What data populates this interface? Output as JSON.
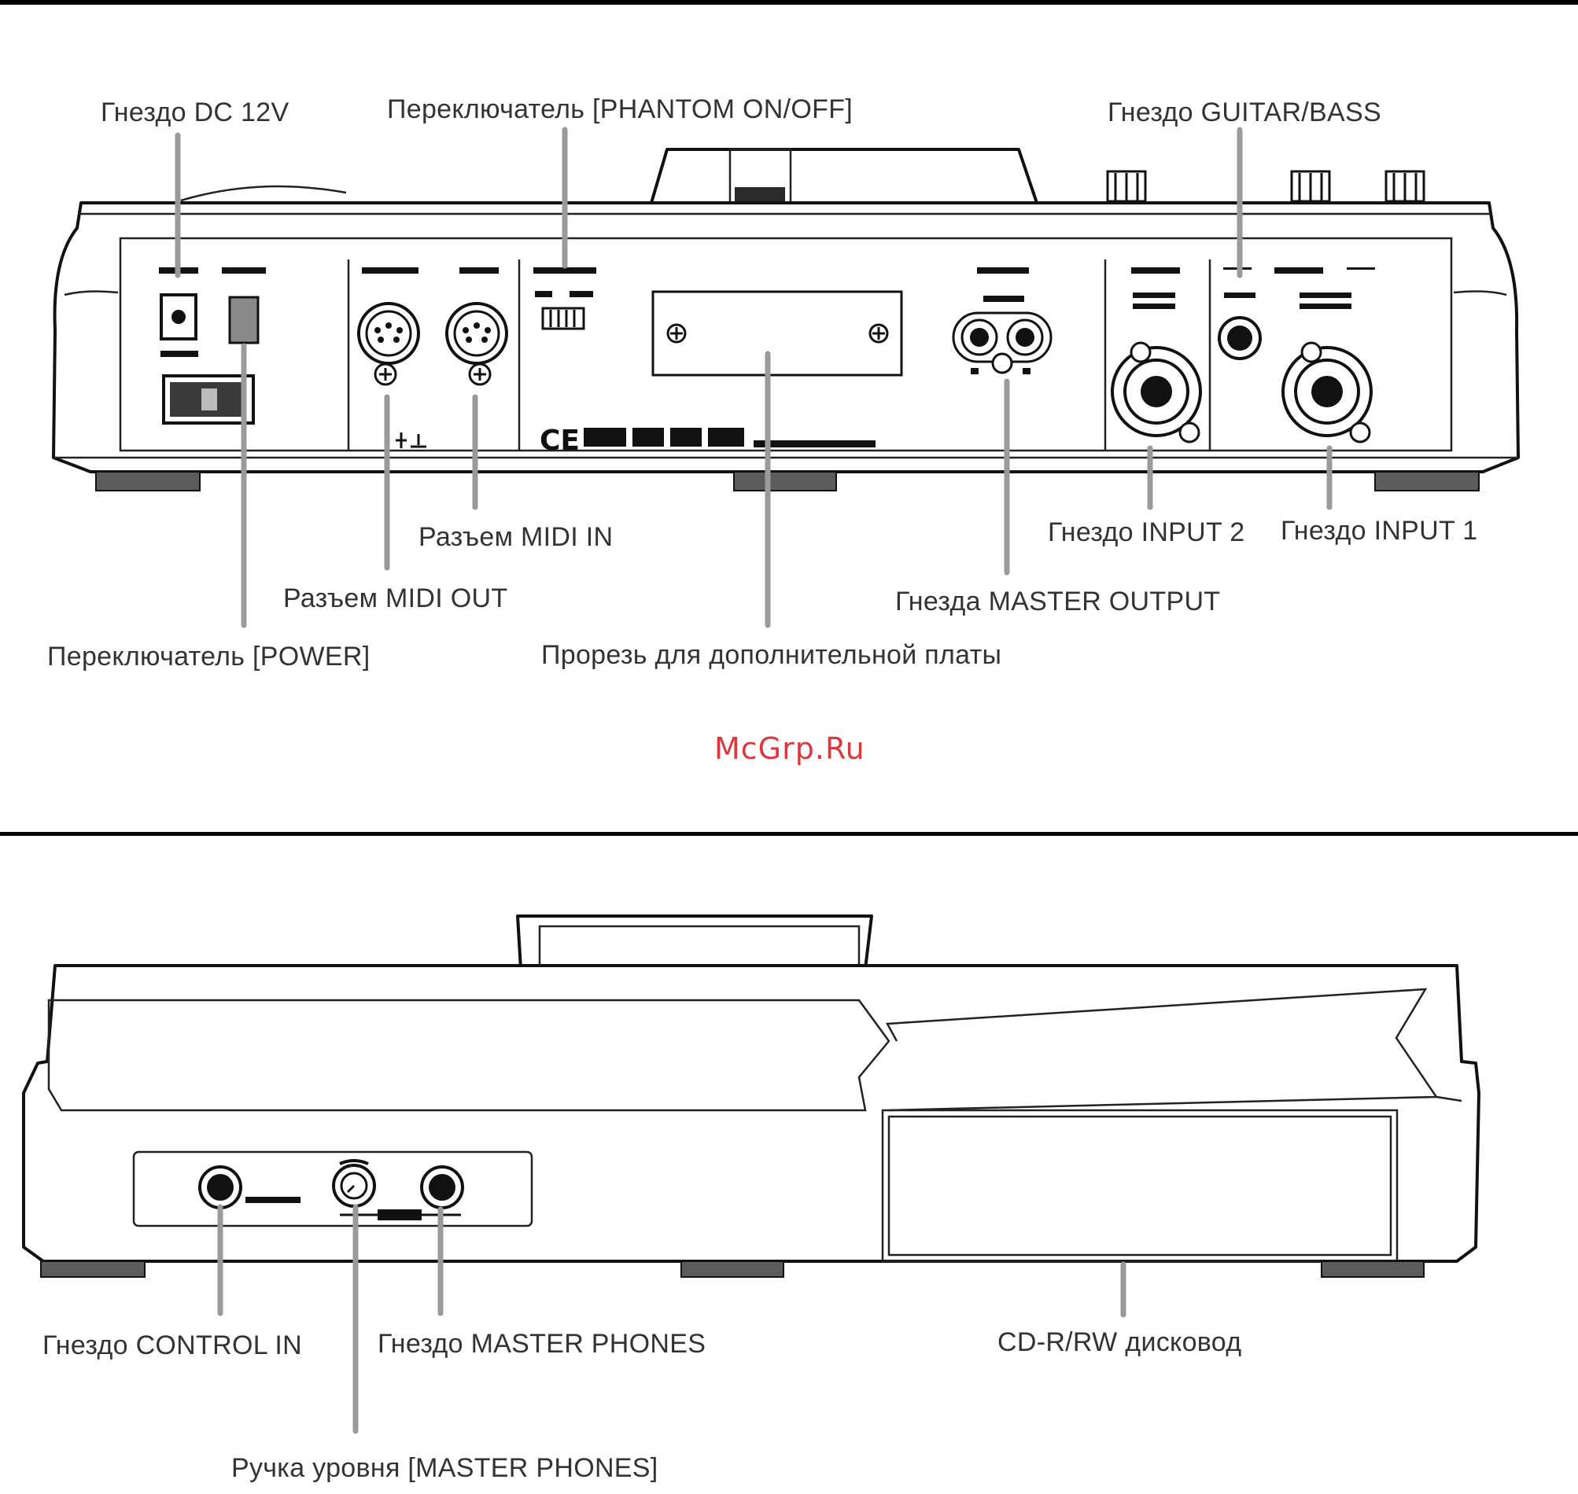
{
  "top_panel": {
    "labels": {
      "dc12v": "Гнездо DC 12V",
      "phantom": "Переключатель [PHANTOM ON/OFF]",
      "guitar_bass": "Гнездо GUITAR/BASS",
      "midi_in": "Разъем MIDI IN",
      "midi_out": "Разъем MIDI OUT",
      "power": "Переключатель [POWER]",
      "input2": "Гнездо INPUT 2",
      "input1": "Гнездо INPUT 1",
      "master_output": "Гнезда MASTER OUTPUT",
      "expansion_slot": "Прорезь для дополнительной платы"
    }
  },
  "watermark": "McGrp.Ru",
  "bottom_panel": {
    "labels": {
      "control_in": "Гнездо CONTROL IN",
      "master_phones": "Гнездо MASTER PHONES",
      "cd_drive": "CD-R/RW дисковод",
      "phones_level": "Ручка уровня [MASTER PHONES]"
    }
  },
  "colors": {
    "callout_text": "#333333",
    "leader_line": "#9a9a9a",
    "watermark": "#d9393f",
    "divider": "#000000"
  }
}
